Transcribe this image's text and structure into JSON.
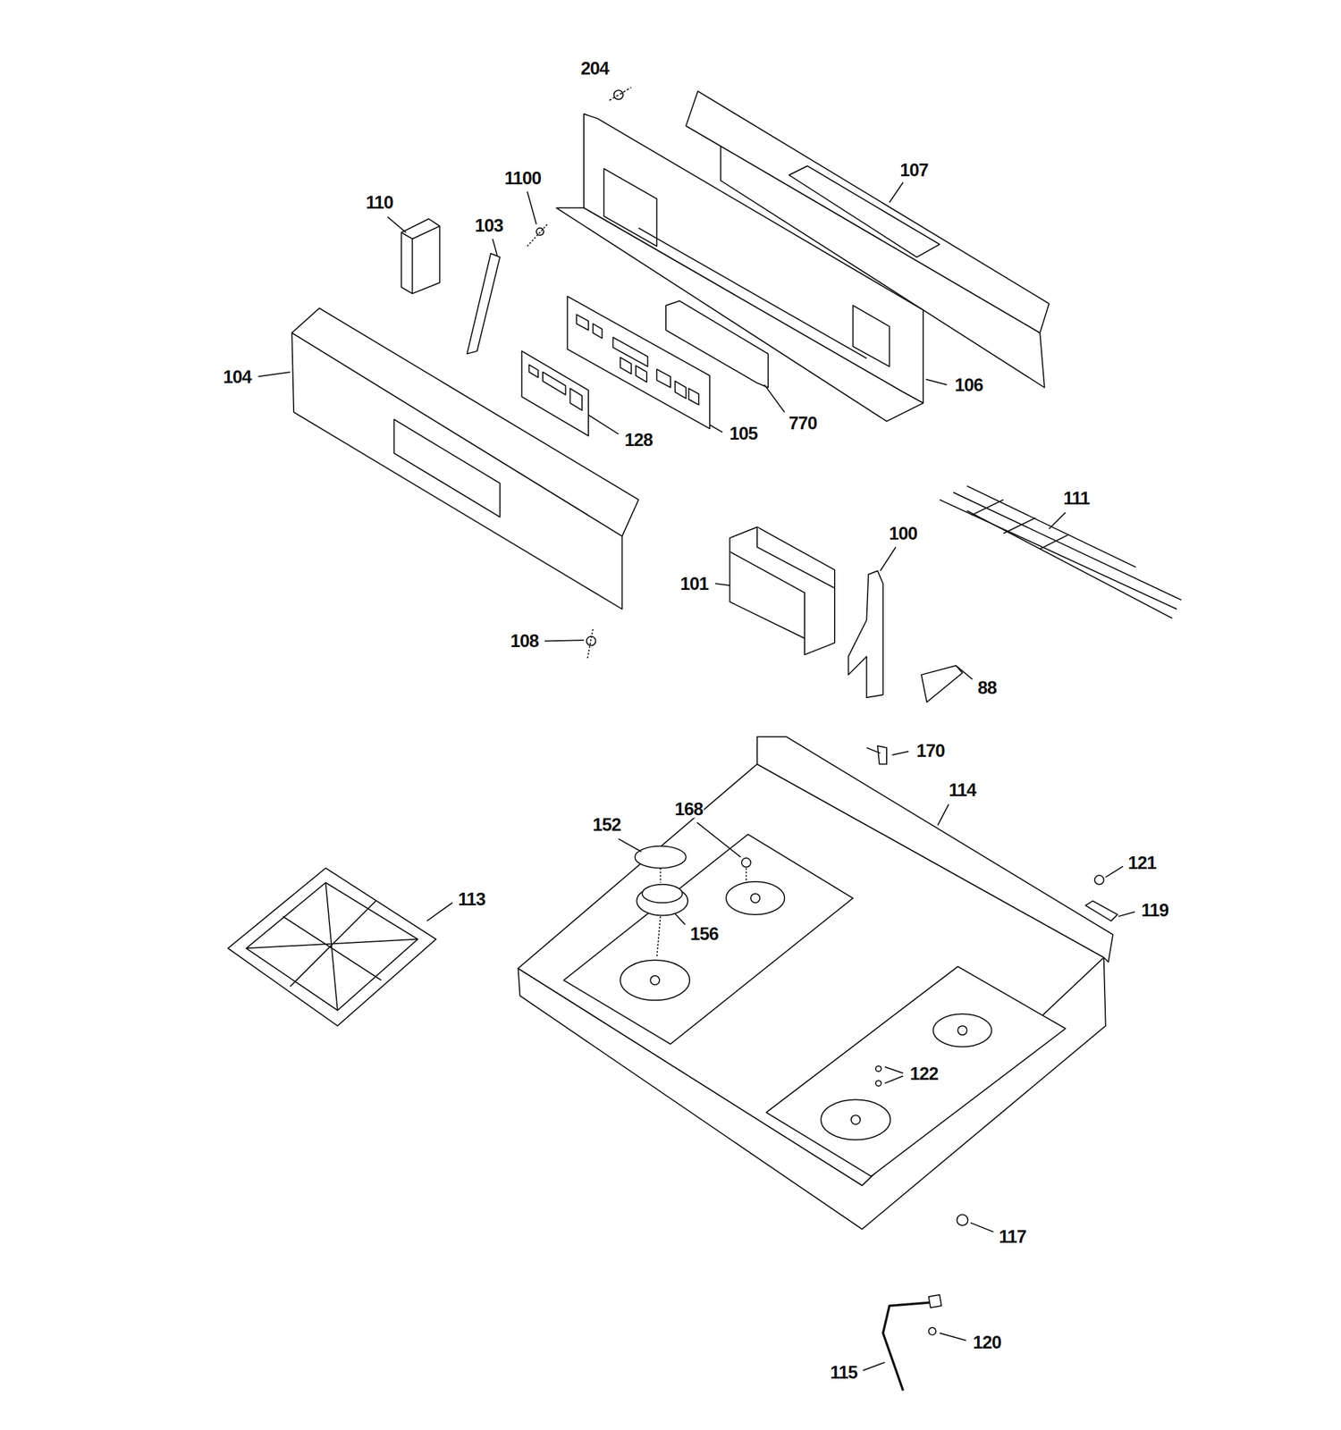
{
  "diagram": {
    "labels": [
      "204",
      "107",
      "1100",
      "110",
      "103",
      "104",
      "106",
      "128",
      "105",
      "770",
      "111",
      "100",
      "101",
      "108",
      "88",
      "170",
      "114",
      "168",
      "152",
      "121",
      "113",
      "119",
      "156",
      "122",
      "117",
      "120",
      "115"
    ]
  }
}
